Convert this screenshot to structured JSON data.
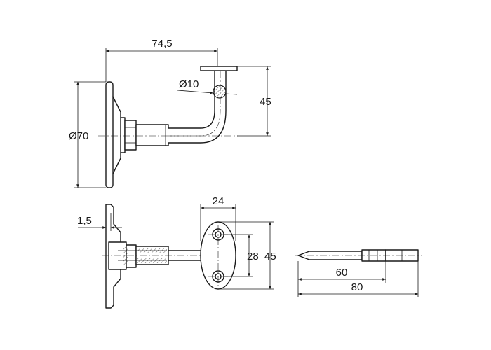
{
  "dimensions": {
    "bracket_length": "74,5",
    "rod_diameter": "Ø10",
    "rail_height": "45",
    "base_diameter": "Ø70",
    "base_thickness": "1,5",
    "plate_width": "24",
    "hole_spacing": "28",
    "plate_height": "45",
    "screw_thread_length": "60",
    "screw_total_length": "80"
  }
}
